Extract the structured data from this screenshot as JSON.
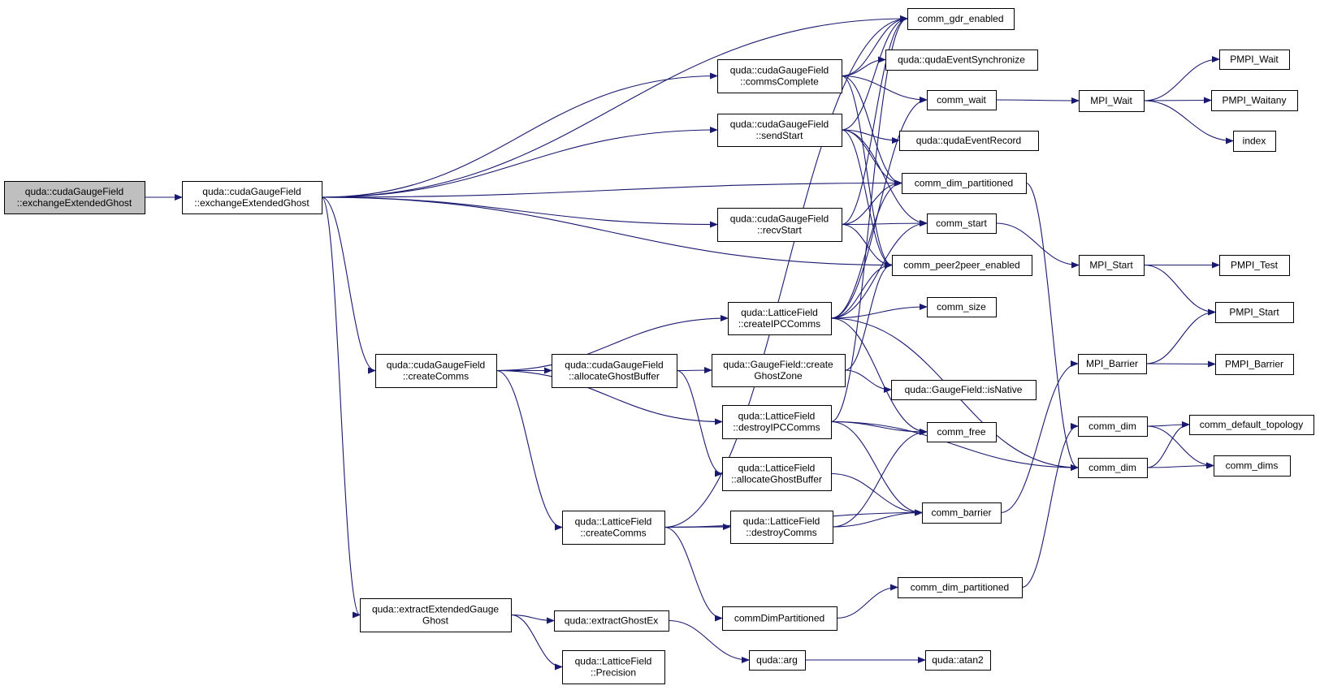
{
  "diagram": {
    "type": "call-graph",
    "colors": {
      "edge": "#191970",
      "root_fill": "#bfbfbf",
      "node_fill": "#ffffff",
      "node_border": "#000000"
    },
    "nodes": [
      {
        "id": "root",
        "lines": [
          "quda::cudaGaugeField",
          "::exchangeExtendedGhost"
        ],
        "root": true
      },
      {
        "id": "xg",
        "lines": [
          "quda::cudaGaugeField",
          "::exchangeExtendedGhost"
        ]
      },
      {
        "id": "cc",
        "lines": [
          "quda::cudaGaugeField",
          "::createComms"
        ]
      },
      {
        "id": "eegg",
        "lines": [
          "quda::extractExtendedGauge",
          "Ghost"
        ]
      },
      {
        "id": "commsComplete",
        "lines": [
          "quda::cudaGaugeField",
          "::commsComplete"
        ]
      },
      {
        "id": "sendStart",
        "lines": [
          "quda::cudaGaugeField",
          "::sendStart"
        ]
      },
      {
        "id": "recvStart",
        "lines": [
          "quda::cudaGaugeField",
          "::recvStart"
        ]
      },
      {
        "id": "lfIPC",
        "lines": [
          "quda::LatticeField",
          "::createIPCComms"
        ]
      },
      {
        "id": "agb",
        "lines": [
          "quda::cudaGaugeField",
          "::allocateGhostBuffer"
        ]
      },
      {
        "id": "gfcgz",
        "lines": [
          "quda::GaugeField::create",
          "GhostZone"
        ]
      },
      {
        "id": "lfdIPC",
        "lines": [
          "quda::LatticeField",
          "::destroyIPCComms"
        ]
      },
      {
        "id": "lfagb",
        "lines": [
          "quda::LatticeField",
          "::allocateGhostBuffer"
        ]
      },
      {
        "id": "lfcc",
        "lines": [
          "quda::LatticeField",
          "::createComms"
        ]
      },
      {
        "id": "lfdc",
        "lines": [
          "quda::LatticeField",
          "::destroyComms"
        ]
      },
      {
        "id": "cdp2",
        "lines": [
          "commDimPartitioned"
        ]
      },
      {
        "id": "ege",
        "lines": [
          "quda::extractGhostEx"
        ]
      },
      {
        "id": "prec",
        "lines": [
          "quda::LatticeField",
          "::Precision"
        ]
      },
      {
        "id": "arg",
        "lines": [
          "quda::arg"
        ]
      },
      {
        "id": "atan2",
        "lines": [
          "quda::atan2"
        ]
      },
      {
        "id": "gdr",
        "lines": [
          "comm_gdr_enabled"
        ]
      },
      {
        "id": "qes",
        "lines": [
          "quda::qudaEventSynchronize"
        ]
      },
      {
        "id": "cwait",
        "lines": [
          "comm_wait"
        ]
      },
      {
        "id": "qer",
        "lines": [
          "quda::qudaEventRecord"
        ]
      },
      {
        "id": "cdp",
        "lines": [
          "comm_dim_partitioned"
        ]
      },
      {
        "id": "cstart",
        "lines": [
          "comm_start"
        ]
      },
      {
        "id": "cp2p",
        "lines": [
          "comm_peer2peer_enabled"
        ]
      },
      {
        "id": "csize",
        "lines": [
          "comm_size"
        ]
      },
      {
        "id": "isnative",
        "lines": [
          "quda::GaugeField::isNative"
        ]
      },
      {
        "id": "cfree",
        "lines": [
          "comm_free"
        ]
      },
      {
        "id": "cbar",
        "lines": [
          "comm_barrier"
        ]
      },
      {
        "id": "cdp3",
        "lines": [
          "comm_dim_partitioned"
        ]
      },
      {
        "id": "mpiwait",
        "lines": [
          "MPI_Wait"
        ]
      },
      {
        "id": "mpistart",
        "lines": [
          "MPI_Start"
        ]
      },
      {
        "id": "mpibar",
        "lines": [
          "MPI_Barrier"
        ]
      },
      {
        "id": "cdim1",
        "lines": [
          "comm_dim"
        ]
      },
      {
        "id": "cdim2",
        "lines": [
          "comm_dim"
        ]
      },
      {
        "id": "pwait",
        "lines": [
          "PMPI_Wait"
        ]
      },
      {
        "id": "pwaitany",
        "lines": [
          "PMPI_Waitany"
        ]
      },
      {
        "id": "index",
        "lines": [
          "index"
        ]
      },
      {
        "id": "ptest",
        "lines": [
          "PMPI_Test"
        ]
      },
      {
        "id": "pstart",
        "lines": [
          "PMPI_Start"
        ]
      },
      {
        "id": "pbar",
        "lines": [
          "PMPI_Barrier"
        ]
      },
      {
        "id": "cdt",
        "lines": [
          "comm_default_topology"
        ]
      },
      {
        "id": "cdims",
        "lines": [
          "comm_dims"
        ]
      }
    ],
    "edges": [
      [
        "root",
        "xg"
      ],
      [
        "xg",
        "gdr"
      ],
      [
        "xg",
        "commsComplete"
      ],
      [
        "xg",
        "sendStart"
      ],
      [
        "xg",
        "cdp"
      ],
      [
        "xg",
        "recvStart"
      ],
      [
        "xg",
        "cp2p"
      ],
      [
        "xg",
        "cc"
      ],
      [
        "xg",
        "eegg"
      ],
      [
        "commsComplete",
        "gdr"
      ],
      [
        "commsComplete",
        "qes"
      ],
      [
        "commsComplete",
        "cwait"
      ],
      [
        "commsComplete",
        "cdp"
      ],
      [
        "commsComplete",
        "cp2p"
      ],
      [
        "sendStart",
        "gdr"
      ],
      [
        "sendStart",
        "qer"
      ],
      [
        "sendStart",
        "cdp"
      ],
      [
        "sendStart",
        "cstart"
      ],
      [
        "sendStart",
        "cp2p"
      ],
      [
        "recvStart",
        "gdr"
      ],
      [
        "recvStart",
        "cdp"
      ],
      [
        "recvStart",
        "cstart"
      ],
      [
        "recvStart",
        "cp2p"
      ],
      [
        "cc",
        "lfIPC"
      ],
      [
        "cc",
        "agb"
      ],
      [
        "cc",
        "lfdIPC"
      ],
      [
        "cc",
        "lfcc"
      ],
      [
        "lfIPC",
        "cwait"
      ],
      [
        "lfIPC",
        "cdp"
      ],
      [
        "lfIPC",
        "cstart"
      ],
      [
        "lfIPC",
        "cp2p"
      ],
      [
        "lfIPC",
        "csize"
      ],
      [
        "lfIPC",
        "cfree"
      ],
      [
        "lfIPC",
        "cdim2"
      ],
      [
        "agb",
        "gfcgz"
      ],
      [
        "agb",
        "lfagb"
      ],
      [
        "gfcgz",
        "cp2p"
      ],
      [
        "gfcgz",
        "isnative"
      ],
      [
        "lfdIPC",
        "cfree"
      ],
      [
        "lfdIPC",
        "cbar"
      ],
      [
        "lfdIPC",
        "cdim2"
      ],
      [
        "lfdIPC",
        "gdr"
      ],
      [
        "lfagb",
        "cbar"
      ],
      [
        "lfcc",
        "gdr"
      ],
      [
        "lfcc",
        "lfdc"
      ],
      [
        "lfcc",
        "cbar"
      ],
      [
        "lfcc",
        "cdp2"
      ],
      [
        "lfdc",
        "cfree"
      ],
      [
        "lfdc",
        "cbar"
      ],
      [
        "cdp2",
        "cdp3"
      ],
      [
        "eegg",
        "ege"
      ],
      [
        "eegg",
        "prec"
      ],
      [
        "ege",
        "arg"
      ],
      [
        "arg",
        "atan2"
      ],
      [
        "cwait",
        "mpiwait"
      ],
      [
        "cstart",
        "mpistart"
      ],
      [
        "cbar",
        "mpibar"
      ],
      [
        "cdp",
        "cdim2"
      ],
      [
        "cdp3",
        "cdim1"
      ],
      [
        "mpiwait",
        "pwait"
      ],
      [
        "mpiwait",
        "pwaitany"
      ],
      [
        "mpiwait",
        "index"
      ],
      [
        "mpistart",
        "ptest"
      ],
      [
        "mpistart",
        "pstart"
      ],
      [
        "mpibar",
        "pstart"
      ],
      [
        "mpibar",
        "pbar"
      ],
      [
        "cdim1",
        "cdt"
      ],
      [
        "cdim1",
        "cdims"
      ],
      [
        "cdim2",
        "cdt"
      ],
      [
        "cdim2",
        "cdims"
      ]
    ]
  }
}
